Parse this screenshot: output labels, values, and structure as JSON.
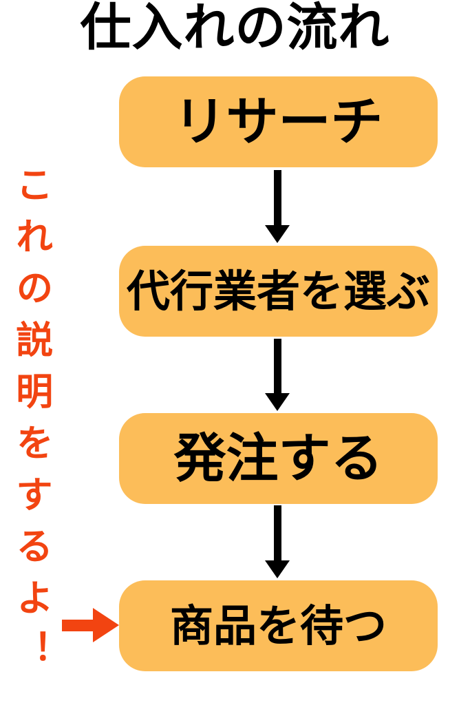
{
  "title": "仕入れの流れ",
  "annotation": {
    "text": "これの説明をするよ！"
  },
  "steps": [
    {
      "label": "リサーチ"
    },
    {
      "label": "代行業者を選ぶ"
    },
    {
      "label": "発注する"
    },
    {
      "label": "商品を待つ"
    }
  ],
  "icons": {
    "down_arrow": "down-arrow-icon",
    "right_arrow": "right-arrow-icon"
  },
  "colors": {
    "page-bg": "#FFFFFF",
    "step-bg": "#FCBD59",
    "arrow-black": "#000000",
    "accent-red": "#F24411",
    "text-black": "#000000"
  }
}
